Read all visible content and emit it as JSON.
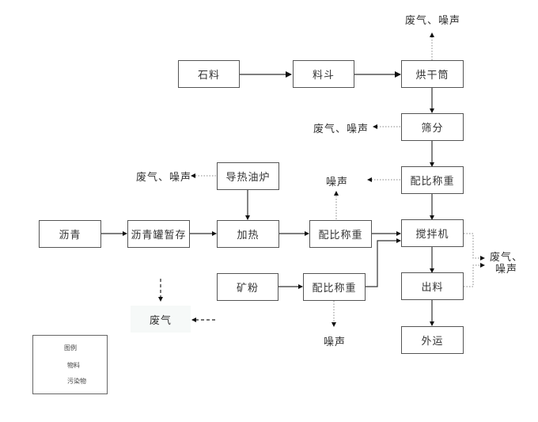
{
  "diagram": {
    "type": "process-flow",
    "nodes": {
      "stone": "石料",
      "hopper": "料斗",
      "dryer": "烘干筒",
      "screening": "筛分",
      "weigh_aggregate": "配比称重",
      "mixer": "搅拌机",
      "discharge": "出料",
      "transport": "外运",
      "asphalt": "沥青",
      "asphalt_tank": "沥青罐暂存",
      "heating": "加热",
      "oil_furnace": "导热油炉",
      "weigh_asphalt": "配比称重",
      "mineral_powder": "矿粉",
      "weigh_powder": "配比称重",
      "waste_gas_box": "废气"
    },
    "emissions": {
      "dryer": "废气、噪声",
      "screening": "废气、噪声",
      "weigh_aggregate": "噪声",
      "oil_furnace": "废气、噪声",
      "weigh_asphalt": "噪声",
      "weigh_powder": "噪声",
      "mixer_discharge_line1": "废气、",
      "mixer_discharge_line2": "噪声"
    },
    "edges": [
      {
        "from": "stone",
        "to": "hopper",
        "kind": "material"
      },
      {
        "from": "hopper",
        "to": "dryer",
        "kind": "material"
      },
      {
        "from": "dryer",
        "to": "screening",
        "kind": "material"
      },
      {
        "from": "screening",
        "to": "weigh_aggregate",
        "kind": "material"
      },
      {
        "from": "weigh_aggregate",
        "to": "mixer",
        "kind": "material"
      },
      {
        "from": "mixer",
        "to": "discharge",
        "kind": "material"
      },
      {
        "from": "discharge",
        "to": "transport",
        "kind": "material"
      },
      {
        "from": "asphalt",
        "to": "asphalt_tank",
        "kind": "material"
      },
      {
        "from": "asphalt_tank",
        "to": "heating",
        "kind": "material"
      },
      {
        "from": "oil_furnace",
        "to": "heating",
        "kind": "material"
      },
      {
        "from": "heating",
        "to": "weigh_asphalt",
        "kind": "material"
      },
      {
        "from": "weigh_asphalt",
        "to": "mixer",
        "kind": "material"
      },
      {
        "from": "mineral_powder",
        "to": "weigh_powder",
        "kind": "material"
      },
      {
        "from": "weigh_powder",
        "to": "mixer",
        "kind": "material"
      },
      {
        "from": "dryer",
        "to": "emission",
        "kind": "pollutant"
      },
      {
        "from": "screening",
        "to": "emission",
        "kind": "pollutant"
      },
      {
        "from": "weigh_aggregate",
        "to": "emission",
        "kind": "pollutant"
      },
      {
        "from": "oil_furnace",
        "to": "emission",
        "kind": "pollutant"
      },
      {
        "from": "weigh_asphalt",
        "to": "emission",
        "kind": "pollutant"
      },
      {
        "from": "weigh_powder",
        "to": "emission",
        "kind": "pollutant"
      },
      {
        "from": "mixer",
        "to": "emission",
        "kind": "pollutant"
      },
      {
        "from": "discharge",
        "to": "emission",
        "kind": "pollutant"
      }
    ]
  },
  "legend": {
    "title": "图例",
    "material": "物料",
    "pollutant": "污染物"
  }
}
